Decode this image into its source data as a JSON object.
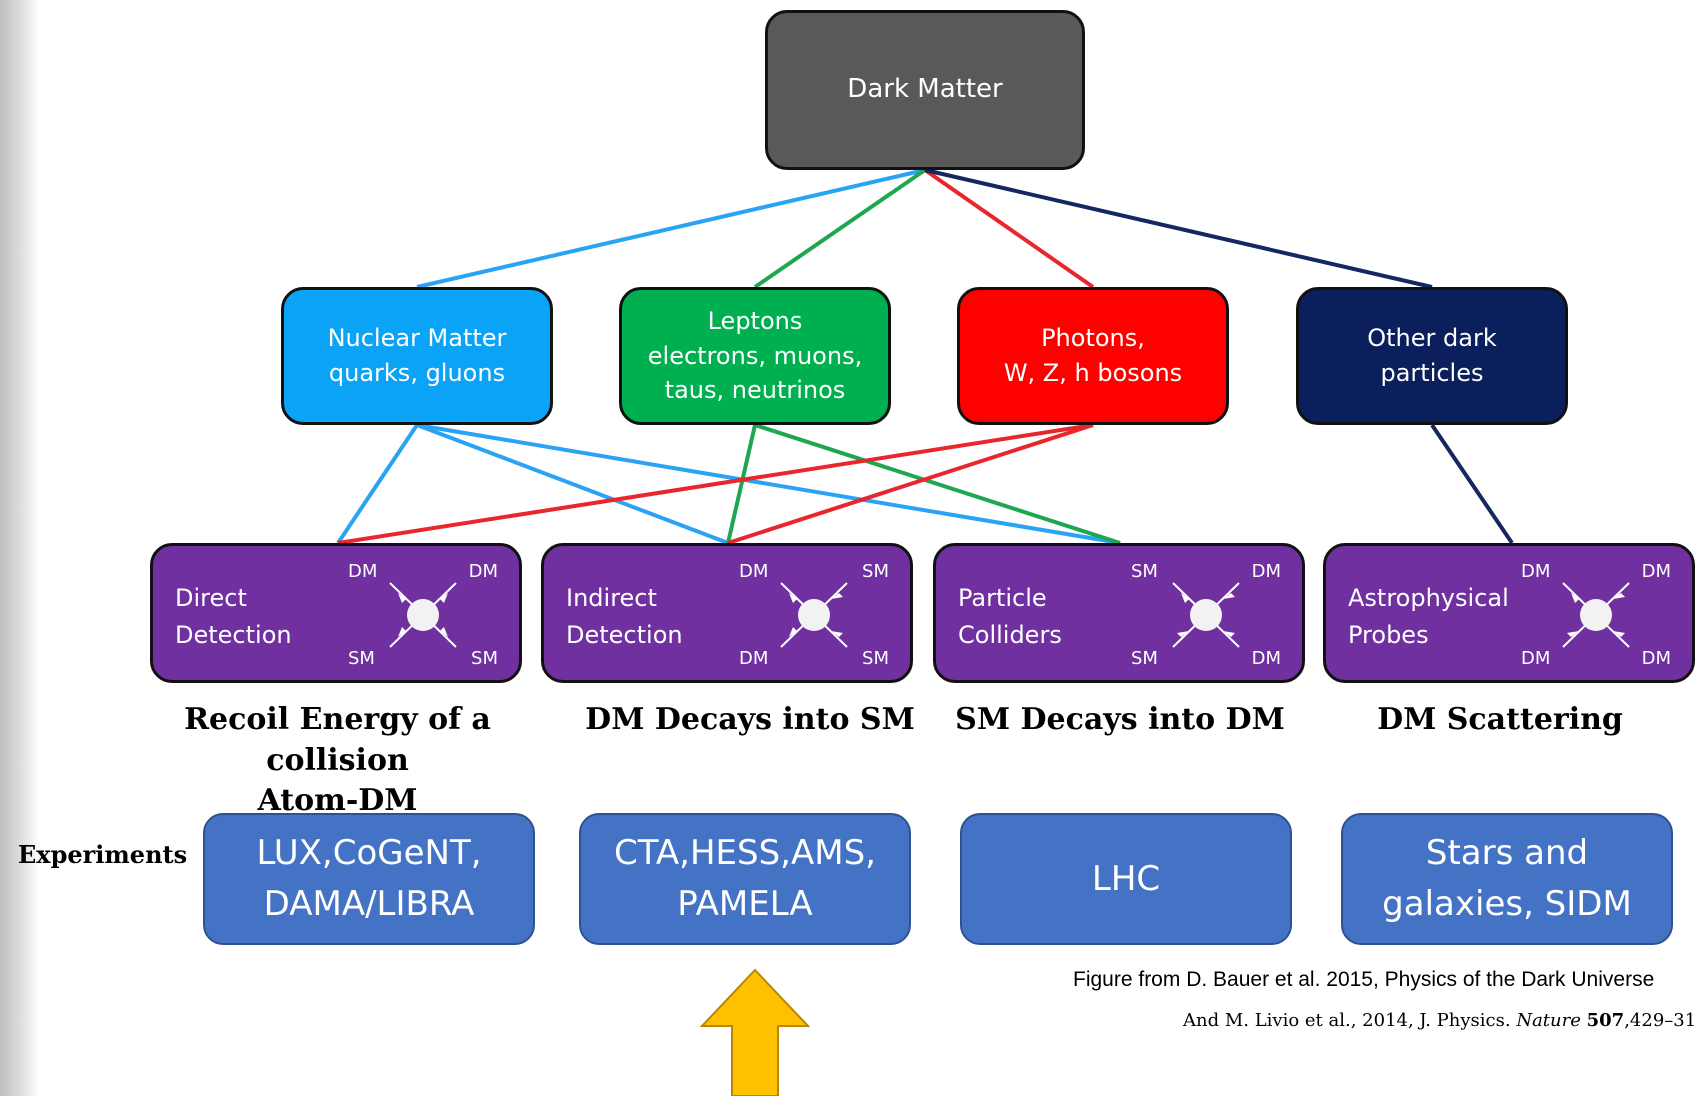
{
  "root": {
    "label": "Dark Matter"
  },
  "categories": [
    {
      "id": "nuclear",
      "label": "Nuclear Matter\nquarks, gluons",
      "color": "#0aa3f5"
    },
    {
      "id": "leptons",
      "label": "Leptons\nelectrons, muons,\ntaus, neutrinos",
      "color": "#00b050"
    },
    {
      "id": "photons",
      "label": "Photons,\nW, Z, h bosons",
      "color": "#ff0000"
    },
    {
      "id": "other",
      "label": "Other dark\nparticles",
      "color": "#0b1f5c"
    }
  ],
  "detections": [
    {
      "id": "direct",
      "label": "Direct\nDetection",
      "particles": [
        "DM",
        "DM",
        "SM",
        "SM"
      ]
    },
    {
      "id": "indirect",
      "label": "Indirect\nDetection",
      "particles": [
        "DM",
        "SM",
        "DM",
        "SM"
      ]
    },
    {
      "id": "colliders",
      "label": "Particle\nColliders",
      "particles": [
        "SM",
        "DM",
        "SM",
        "DM"
      ]
    },
    {
      "id": "astro",
      "label": "Astrophysical\nProbes",
      "particles": [
        "DM",
        "DM",
        "DM",
        "DM"
      ]
    }
  ],
  "captions": [
    "Recoil Energy of a collision\nAtom-DM",
    "DM Decays into SM",
    "SM Decays into DM",
    "DM Scattering"
  ],
  "experiments": {
    "row_label": "Experiments",
    "items": [
      "LUX,CoGeNT,\nDAMA/LIBRA",
      "CTA,HESS,AMS,\nPAMELA",
      "LHC",
      "Stars and\ngalaxies, SIDM"
    ]
  },
  "references": {
    "line1": "Figure from D. Bauer et al. 2015, Physics of the Dark Universe",
    "line2_prefix": "And M. Livio et al., 2014, J. Physics. ",
    "line2_journal": "Nature",
    "line2_volume": "507",
    "line2_pages": ",429–31"
  },
  "arrow_color": "#ffc000"
}
